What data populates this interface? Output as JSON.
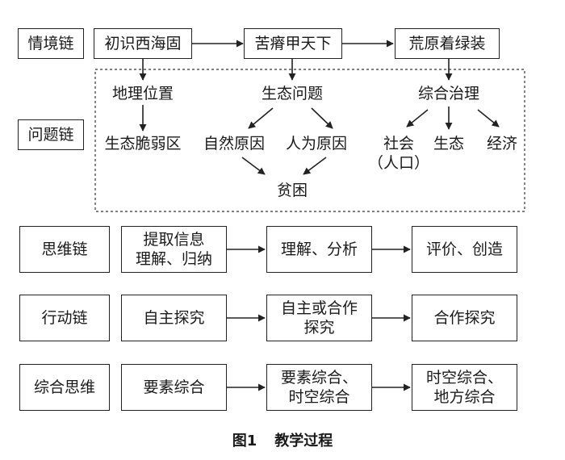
{
  "chains": {
    "situation": {
      "label": "情境链",
      "steps": [
        "初识西海固",
        "苦瘠甲天下",
        "荒原着绿装"
      ]
    },
    "problem": {
      "label": "问题链",
      "topics": [
        "地理位置",
        "生态问题",
        "综合治理"
      ],
      "location_result": "生态脆弱区",
      "eco_causes": [
        "自然原因",
        "人为原因"
      ],
      "eco_result": "贫困",
      "governance": [
        "社会\n（人口）",
        "生态",
        "经济"
      ]
    },
    "thinking": {
      "label": "思维链",
      "steps": [
        "提取信息\n理解、归纳",
        "理解、分析",
        "评价、创造"
      ]
    },
    "action": {
      "label": "行动链",
      "steps": [
        "自主探究",
        "自主或合作\n探究",
        "合作探究"
      ]
    },
    "integrated": {
      "label": "综合思维",
      "steps": [
        "要素综合",
        "要素综合、\n时空综合",
        "时空综合、\n地方综合"
      ]
    }
  },
  "caption": {
    "number": "图1",
    "title": "教学过程"
  }
}
